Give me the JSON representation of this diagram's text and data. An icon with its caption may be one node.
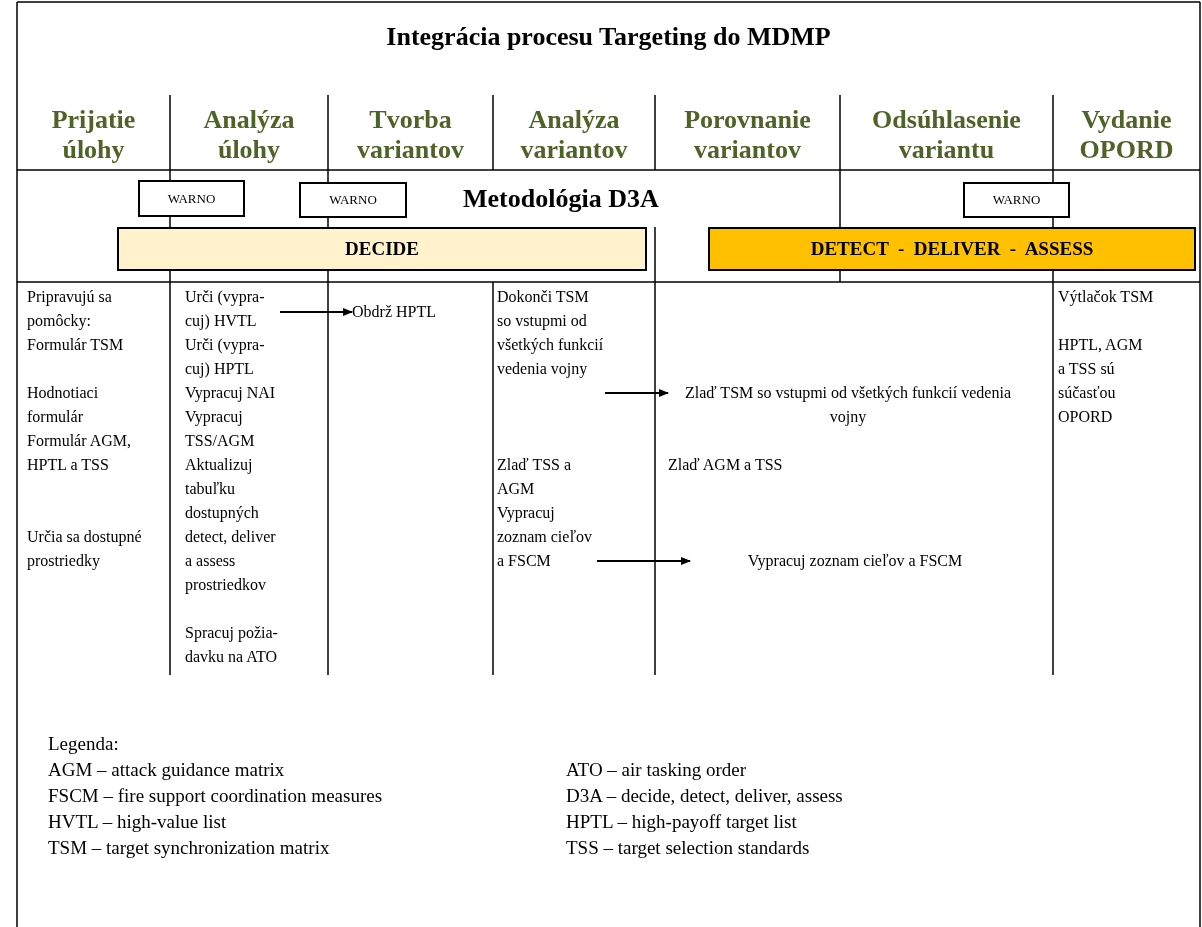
{
  "diagram": {
    "title": "Integrácia procesu Targeting do MDMP",
    "nodes": [
      {
        "text": [
          "WARNO"
        ]
      },
      {
        "text": [
          "WARNO"
        ]
      },
      {
        "text": [
          "WARNO"
        ]
      },
      {
        "text": [
          "DECIDE"
        ]
      },
      {
        "text": [
          "DETECT  -  DELIVER  -  ASSESS"
        ]
      },
      {
        "text": [
          "Urči (vypra- cuj) HVTL"
        ]
      },
      {
        "text": [
          "Obdrž HPTL"
        ]
      },
      {
        "text": [
          "Dokonči TSM so vstupmi od všetkých funkcií vedenia vojny"
        ]
      },
      {
        "text": [
          "Zlaď TSM so vstupmi od všetkých funkcií vedenia vojny"
        ]
      },
      {
        "text": [
          "Vypracuj zoznam cieľov a FSCM"
        ]
      },
      {
        "text": [
          "Vypracuj zoznam cieľov a FSCM"
        ]
      }
    ],
    "edges": [
      {
        "from": 5,
        "to": 6,
        "arrow": "to"
      },
      {
        "from": 7,
        "to": 8,
        "arrow": "to"
      },
      {
        "from": 9,
        "to": 10,
        "arrow": "to"
      }
    ],
    "labels": [
      "Prijatie úlohy",
      "Analýza úlohy",
      "Tvorba variantov",
      "Analýza variantov",
      "Porovnanie variantov",
      "Odsúhlasenie variantu",
      "Vydanie OPORD",
      "Metodológia D3A",
      "Pripravujú sa pomôcky:",
      "Formulár TSM",
      "Hodnotiaci formulár",
      "Formulár AGM, HPTL a TSS",
      "Určia sa dostupné prostriedky",
      "Urči (vypra- cuj) HPTL",
      "Vypracuj NAI",
      "Vypracuj TSS/AGM",
      "Aktualizuj tabuľku dostupných detect, deliver a assess prostriedkov",
      "Spracuj požia- davku na ATO",
      "Zlaď TSS a AGM",
      "Zlaď AGM a TSS",
      "Výtlačok TSM",
      "HPTL, AGM a TSS sú súčasťou OPORD",
      "Legenda:",
      "AGM – attack guidance matrix",
      "ATO – air tasking order",
      "FSCM – fire support coordination measures",
      "D3A – decide, detect, deliver, assess",
      "HVTL – high-value list",
      "HPTL – high-payoff target list",
      "TSM – target synchronization matrix",
      "TSS – target selection standards"
    ]
  }
}
